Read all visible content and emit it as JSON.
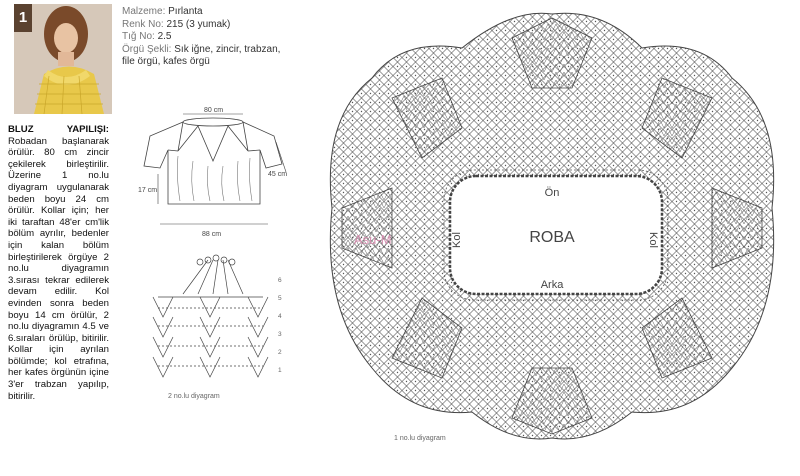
{
  "pattern_number": "1",
  "materials": {
    "yarn_label": "Malzeme:",
    "yarn_value": "Pırlanta",
    "color_label": "Renk No:",
    "color_value": "215 (3 yumak)",
    "hook_label": "Tığ No:",
    "hook_value": "2.5",
    "stitch_label": "Örgü Şekli:",
    "stitch_value_1": "Sık iğne, zincir, trabzan,",
    "stitch_value_2": "file örgü, kafes örgü"
  },
  "instructions": {
    "heading": "BLUZ YAPILIŞI:",
    "body": "Robadan başlanarak örülür. 80 cm zincir çekilerek birleştirilir. Üzerine 1 no.lu diyagram uygulanarak beden boyu 24 cm örülür. Kollar için; her iki taraftan 48'er cm'lik bölüm ayrılır, bedenler için kalan bölüm birleştirilerek örgüye 2 no.lu diyagramın 3.sırası tekrar edilerek devam edilir. Kol evinden sonra beden boyu 14 cm örülür, 2 no.lu diyagramın 4.5 ve 6.sıraları örülüp, bitirilir. Kollar için ayrılan bölümde; kol etrafına, her kafes örgünün içine 3'er trabzan yapılıp, bitirilir."
  },
  "schematic": {
    "top_measure": "80 cm",
    "side_measure": "45 cm",
    "height_measure": "17 cm",
    "bottom_measure": "88 cm"
  },
  "diagram2": {
    "row_numbers": [
      "6",
      "5",
      "4",
      "3",
      "2",
      "1"
    ],
    "caption": "2 no.lu diyagram"
  },
  "diagram1": {
    "front_label": "Ön",
    "back_label": "Arka",
    "center_label": "ROBA",
    "sleeve_left": "Kol",
    "sleeve_right": "Kol",
    "watermark": "Asu-M",
    "caption": "1 no.lu diyagram"
  }
}
